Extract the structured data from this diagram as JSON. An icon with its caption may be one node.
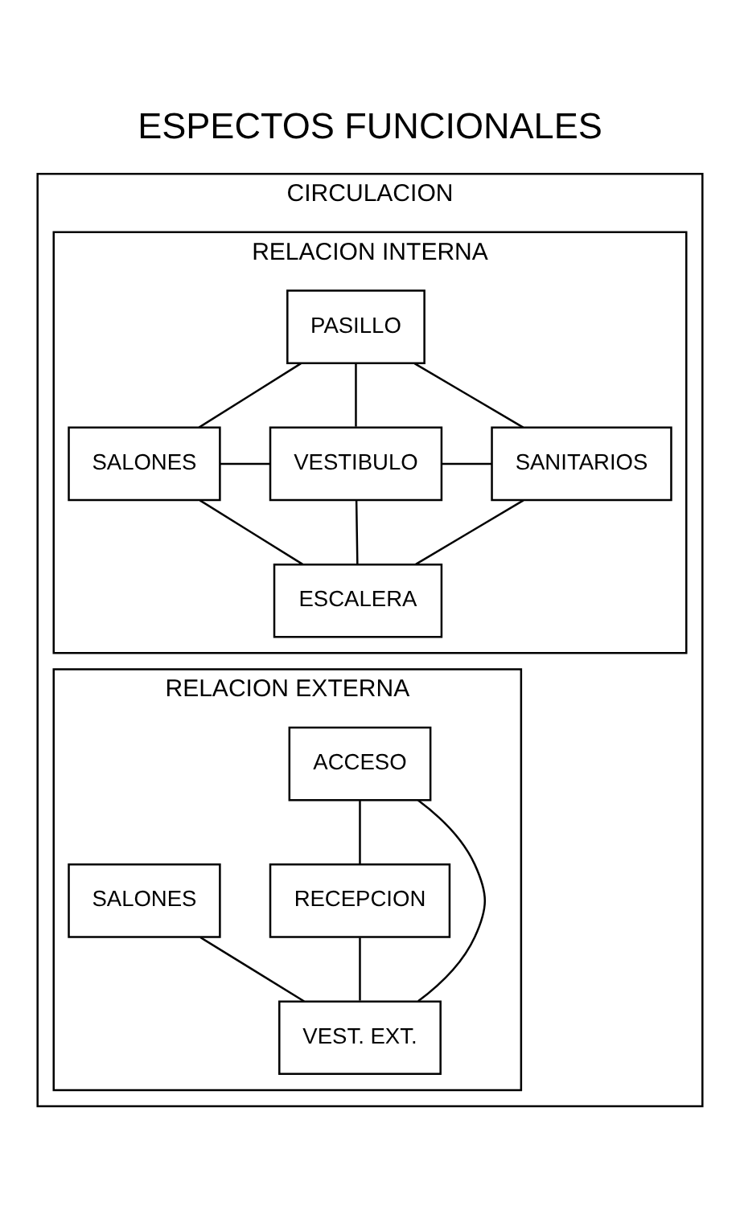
{
  "diagram": {
    "title": "ESPECTOS FUNCIONALES",
    "nodes": [
      {
        "text": [
          "CIRCULACION"
        ]
      },
      {
        "text": [
          "RELACION INTERNA"
        ],
        "in": 0
      },
      {
        "text": [
          "PASILLO"
        ],
        "in": 1
      },
      {
        "text": [
          "SALONES"
        ],
        "in": 1
      },
      {
        "text": [
          "VESTIBULO"
        ],
        "in": 1
      },
      {
        "text": [
          "SANITARIOS"
        ],
        "in": 1
      },
      {
        "text": [
          "ESCALERA"
        ],
        "in": 1
      },
      {
        "text": [
          "RELACION EXTERNA"
        ],
        "in": 0
      },
      {
        "text": [
          "ACCESO"
        ],
        "in": 7
      },
      {
        "text": [
          "SALONES"
        ],
        "in": 7
      },
      {
        "text": [
          "RECEPCION"
        ],
        "in": 7
      },
      {
        "text": [
          "VEST. EXT."
        ],
        "in": 7
      }
    ],
    "edges": [
      {
        "from": 2,
        "to": 3,
        "arrow": "none"
      },
      {
        "from": 2,
        "to": 4,
        "arrow": "none"
      },
      {
        "from": 2,
        "to": 5,
        "arrow": "none"
      },
      {
        "from": 3,
        "to": 4,
        "arrow": "none"
      },
      {
        "from": 4,
        "to": 5,
        "arrow": "none"
      },
      {
        "from": 3,
        "to": 6,
        "arrow": "none"
      },
      {
        "from": 4,
        "to": 6,
        "arrow": "none"
      },
      {
        "from": 5,
        "to": 6,
        "arrow": "none"
      },
      {
        "from": 8,
        "to": 10,
        "arrow": "none"
      },
      {
        "from": 8,
        "to": 11,
        "arrow": "none"
      },
      {
        "from": 10,
        "to": 11,
        "arrow": "none"
      },
      {
        "from": 9,
        "to": 11,
        "arrow": "none"
      }
    ]
  }
}
